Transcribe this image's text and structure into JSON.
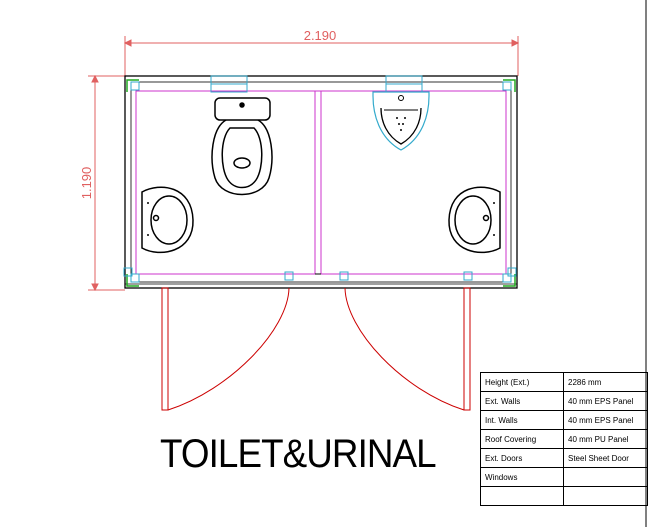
{
  "title": "TOILET&URINAL",
  "dimensions": {
    "width": "2.190",
    "height": "1.190"
  },
  "colors": {
    "dimension": "#e06060",
    "wall": "#000000",
    "interior": "#cc33cc",
    "fixture_highlight": "#33aacc",
    "connector": "#22aa22",
    "door": "#cc0000"
  },
  "specs": [
    {
      "label": "Height (Ext.)",
      "value": "2286 mm"
    },
    {
      "label": "Ext. Walls",
      "value": "40 mm EPS Panel"
    },
    {
      "label": "Int. Walls",
      "value": "40 mm EPS Panel"
    },
    {
      "label": "Roof Covering",
      "value": "40 mm PU Panel"
    },
    {
      "label": "Ext. Doors",
      "value": "Steel Sheet Door"
    },
    {
      "label": "Windows",
      "value": ""
    },
    {
      "label": "",
      "value": ""
    }
  ]
}
